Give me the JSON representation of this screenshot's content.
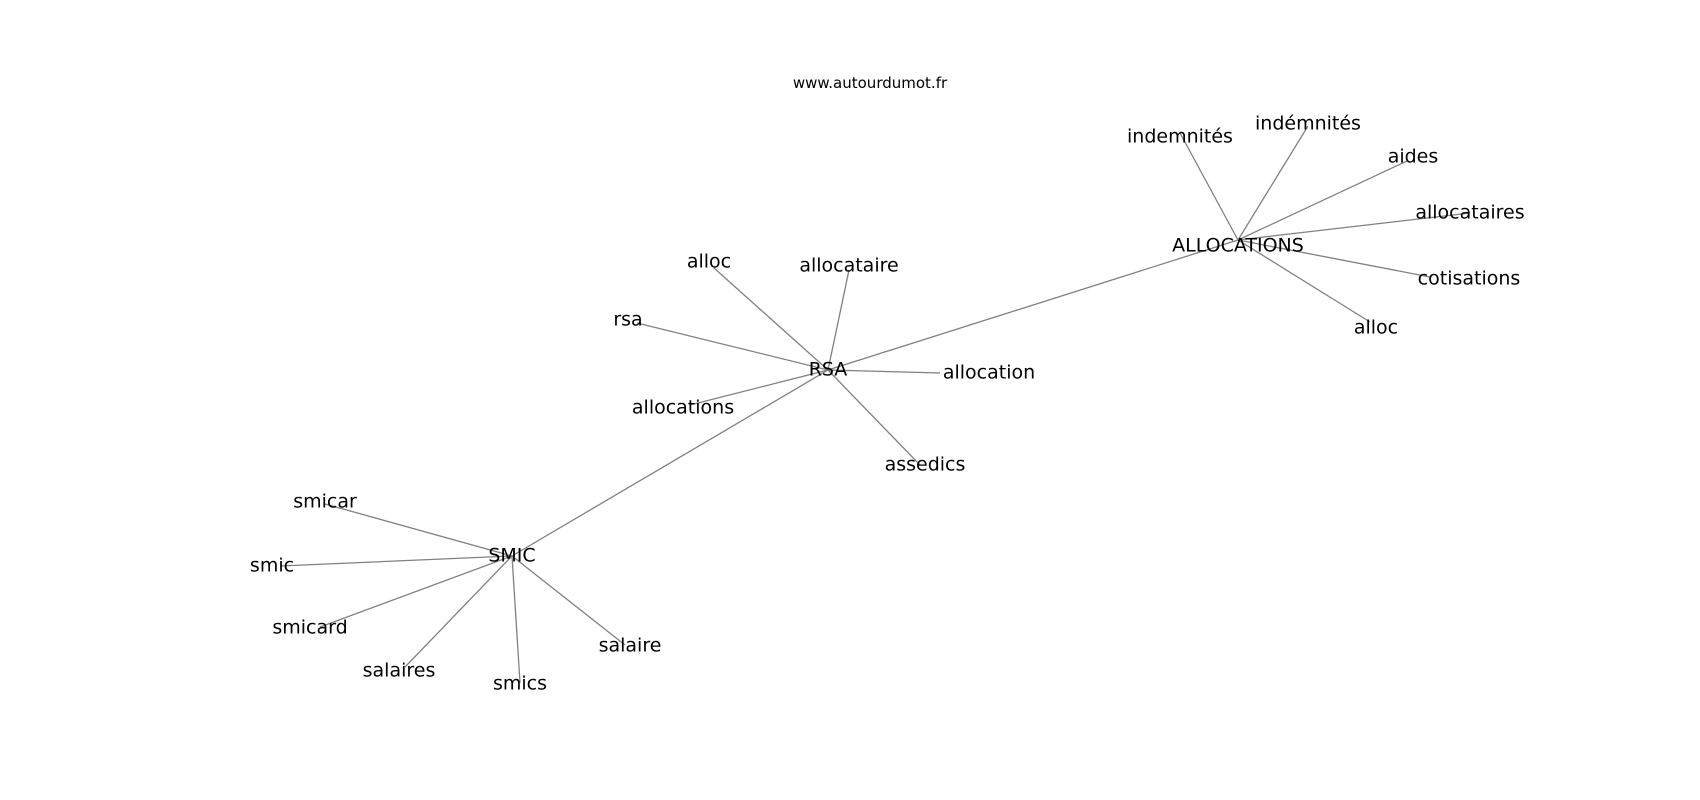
{
  "caption": "www.autourdumot.fr",
  "edge_color": "#808080",
  "text_color": "#000000",
  "graph": {
    "nodes": [
      {
        "id": "allocations_hub",
        "label": "ALLOCATIONS"
      },
      {
        "id": "indemnites_1",
        "label": "indemnités"
      },
      {
        "id": "indemnites_2",
        "label": "indémnités"
      },
      {
        "id": "aides",
        "label": "aides"
      },
      {
        "id": "allocataires",
        "label": "allocataires"
      },
      {
        "id": "cotisations",
        "label": "cotisations"
      },
      {
        "id": "alloc_2",
        "label": "alloc"
      },
      {
        "id": "rsa_hub",
        "label": "RSA"
      },
      {
        "id": "alloc_1",
        "label": "alloc"
      },
      {
        "id": "allocataire",
        "label": "allocataire"
      },
      {
        "id": "rsa",
        "label": "rsa"
      },
      {
        "id": "allocation",
        "label": "allocation"
      },
      {
        "id": "allocations_leaf",
        "label": "allocations"
      },
      {
        "id": "assedics",
        "label": "assedics"
      },
      {
        "id": "smic_hub",
        "label": "SMIC"
      },
      {
        "id": "smicar",
        "label": "smicar"
      },
      {
        "id": "smic",
        "label": "smic"
      },
      {
        "id": "smicard",
        "label": "smicard"
      },
      {
        "id": "salaires",
        "label": "salaires"
      },
      {
        "id": "smics",
        "label": "smics"
      },
      {
        "id": "salaire",
        "label": "salaire"
      }
    ],
    "edges": [
      [
        "rsa_hub",
        "allocations_hub"
      ],
      [
        "rsa_hub",
        "smic_hub"
      ],
      [
        "allocations_hub",
        "indemnites_1"
      ],
      [
        "allocations_hub",
        "indemnites_2"
      ],
      [
        "allocations_hub",
        "aides"
      ],
      [
        "allocations_hub",
        "allocataires"
      ],
      [
        "allocations_hub",
        "cotisations"
      ],
      [
        "allocations_hub",
        "alloc_2"
      ],
      [
        "rsa_hub",
        "alloc_1"
      ],
      [
        "rsa_hub",
        "allocataire"
      ],
      [
        "rsa_hub",
        "rsa"
      ],
      [
        "rsa_hub",
        "allocation"
      ],
      [
        "rsa_hub",
        "allocations_leaf"
      ],
      [
        "rsa_hub",
        "assedics"
      ],
      [
        "smic_hub",
        "smicar"
      ],
      [
        "smic_hub",
        "smic"
      ],
      [
        "smic_hub",
        "smicard"
      ],
      [
        "smic_hub",
        "salaires"
      ],
      [
        "smic_hub",
        "smics"
      ],
      [
        "smic_hub",
        "salaire"
      ]
    ]
  }
}
